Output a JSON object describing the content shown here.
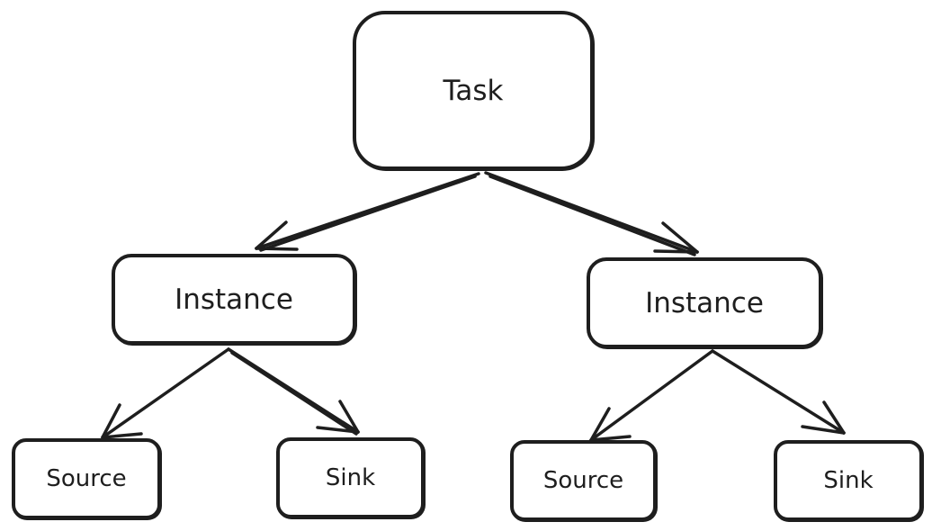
{
  "diagram": {
    "type": "tree",
    "root": {
      "label": "Task"
    },
    "instances": [
      {
        "label": "Instance",
        "children": [
          {
            "label": "Source"
          },
          {
            "label": "Sink"
          }
        ]
      },
      {
        "label": "Instance",
        "children": [
          {
            "label": "Source"
          },
          {
            "label": "Sink"
          }
        ]
      }
    ],
    "edges": [
      {
        "from": "Task",
        "to": "Instance (left)"
      },
      {
        "from": "Task",
        "to": "Instance (right)"
      },
      {
        "from": "Instance (left)",
        "to": "Source (left)"
      },
      {
        "from": "Instance (left)",
        "to": "Sink (left)"
      },
      {
        "from": "Instance (right)",
        "to": "Source (right)"
      },
      {
        "from": "Instance (right)",
        "to": "Sink (right)"
      }
    ],
    "stroke_color": "#1e1e1e",
    "background": "#ffffff"
  }
}
